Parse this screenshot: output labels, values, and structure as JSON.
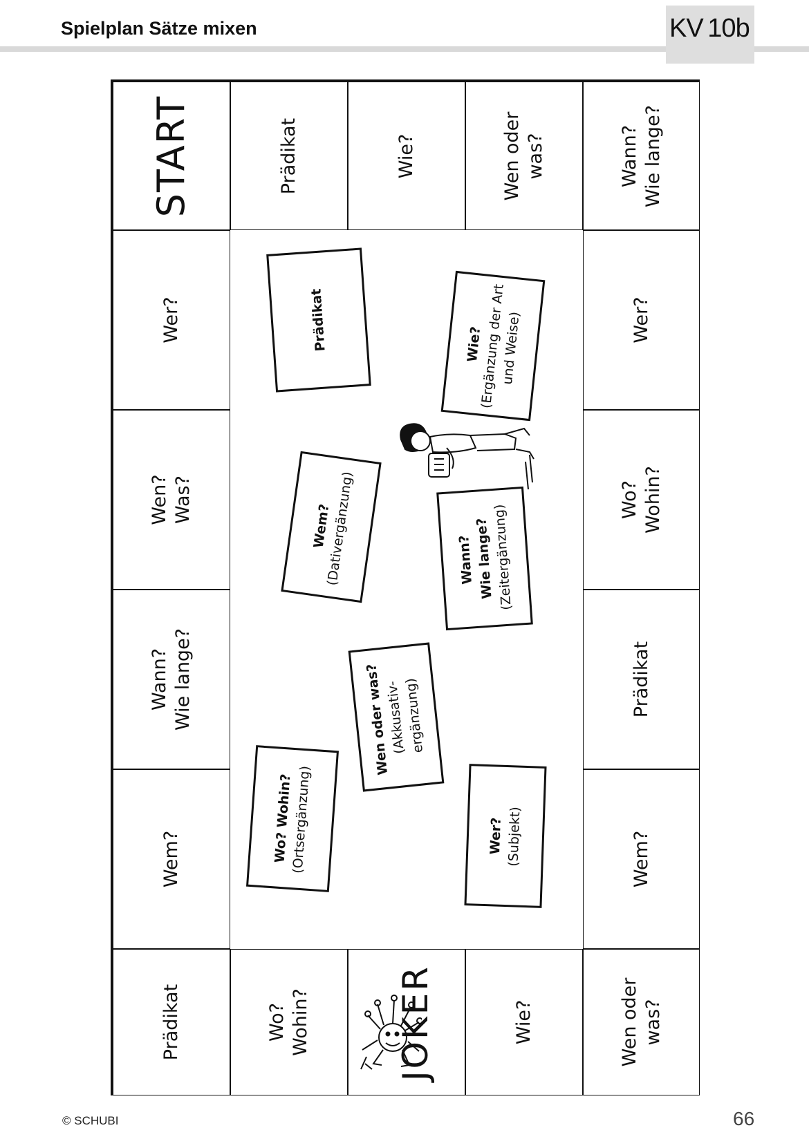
{
  "header": {
    "title": "Spielplan Sätze mixen",
    "code": "KV 10b"
  },
  "board": {
    "start": "START",
    "joker": "JOKER",
    "column1": [
      "Wer?",
      "Wen?\nWas?",
      "Wann?\nWie lange?",
      "Wem?",
      "Prädikat"
    ],
    "top_row": [
      "Prädikat",
      "Wie?",
      "Wen oder\nwas?",
      "Wann?\nWie lange?"
    ],
    "right_column": [
      "Wer?",
      "Wo?\nWohin?",
      "Prädikat",
      "Wem?",
      "Wen oder\nwas?"
    ],
    "bottom_row": [
      "Wo?\nWohin?",
      "Wie?"
    ]
  },
  "cards": {
    "praedikat": {
      "title": "Prädikat"
    },
    "wie": {
      "title": "Wie?",
      "sub": "(Ergänzung der Art\nund Weise)"
    },
    "wem": {
      "title": "Wem?",
      "sub": "(Dativergänzung)"
    },
    "wann": {
      "title": "Wann?\nWie lange?",
      "sub": "(Zeitergänzung)"
    },
    "wen": {
      "title": "Wen oder was?",
      "sub": "(Akkusativ-\nergänzung)"
    },
    "wo": {
      "title": "Wo? Wohin?",
      "sub": "(Ortsergänzung)"
    },
    "wer": {
      "title": "Wer?",
      "sub": "(Subjekt)"
    }
  },
  "footer": {
    "copyright": "© SCHUBI",
    "page": "66"
  }
}
